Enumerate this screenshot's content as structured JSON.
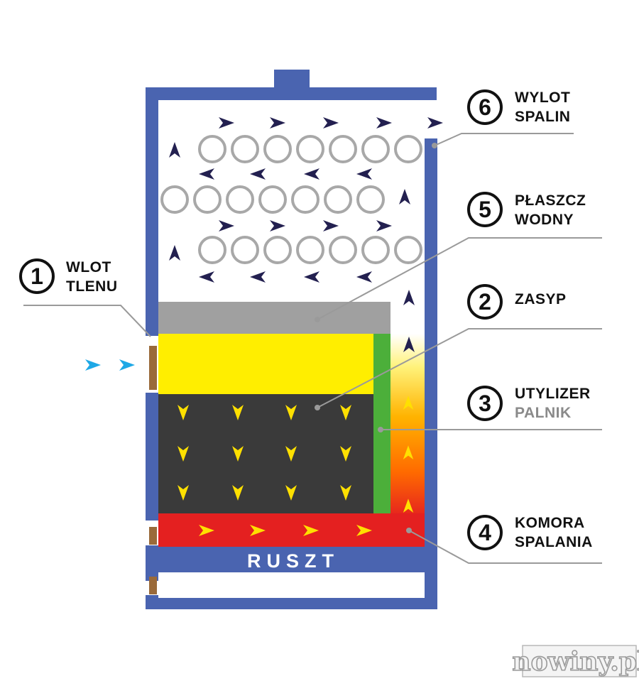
{
  "labels": [
    {
      "number": "1",
      "line1": "WLOT",
      "line2": "TLENU"
    },
    {
      "number": "6",
      "line1": "WYLOT",
      "line2": "SPALIN"
    },
    {
      "number": "5",
      "line1": "PŁASZCZ",
      "line2": "WODNY"
    },
    {
      "number": "2",
      "line1": "ZASYP",
      "line2": ""
    },
    {
      "number": "3",
      "line1": "UTYLIZER",
      "line2": "PALNIK"
    },
    {
      "number": "4",
      "line1": "KOMORA",
      "line2": "SPALANIA"
    }
  ],
  "grate_label": "RUSZT",
  "watermark": "nowiny.pl",
  "colors": {
    "boiler_wall": "#4a64b0",
    "fuel_hopper_top": "#a0a0a0",
    "fuel_yellow": "#ffee00",
    "fuel_bed": "#3a3a3a",
    "burner_green": "#4caf3a",
    "combustion_red": "#e42020",
    "flue_arrow": "#232050",
    "air_arrow": "#1ea8e6",
    "fuel_arrow": "#ffe000",
    "pipe_ring": "#a8a8a8",
    "leader_line": "#9a9a9a",
    "door": "#9a6a3a"
  },
  "icons": [
    "flue-gas-flow-arrow-icon",
    "air-inlet-arrow-icon",
    "fuel-flow-arrow-icon",
    "water-pipe-icon"
  ]
}
